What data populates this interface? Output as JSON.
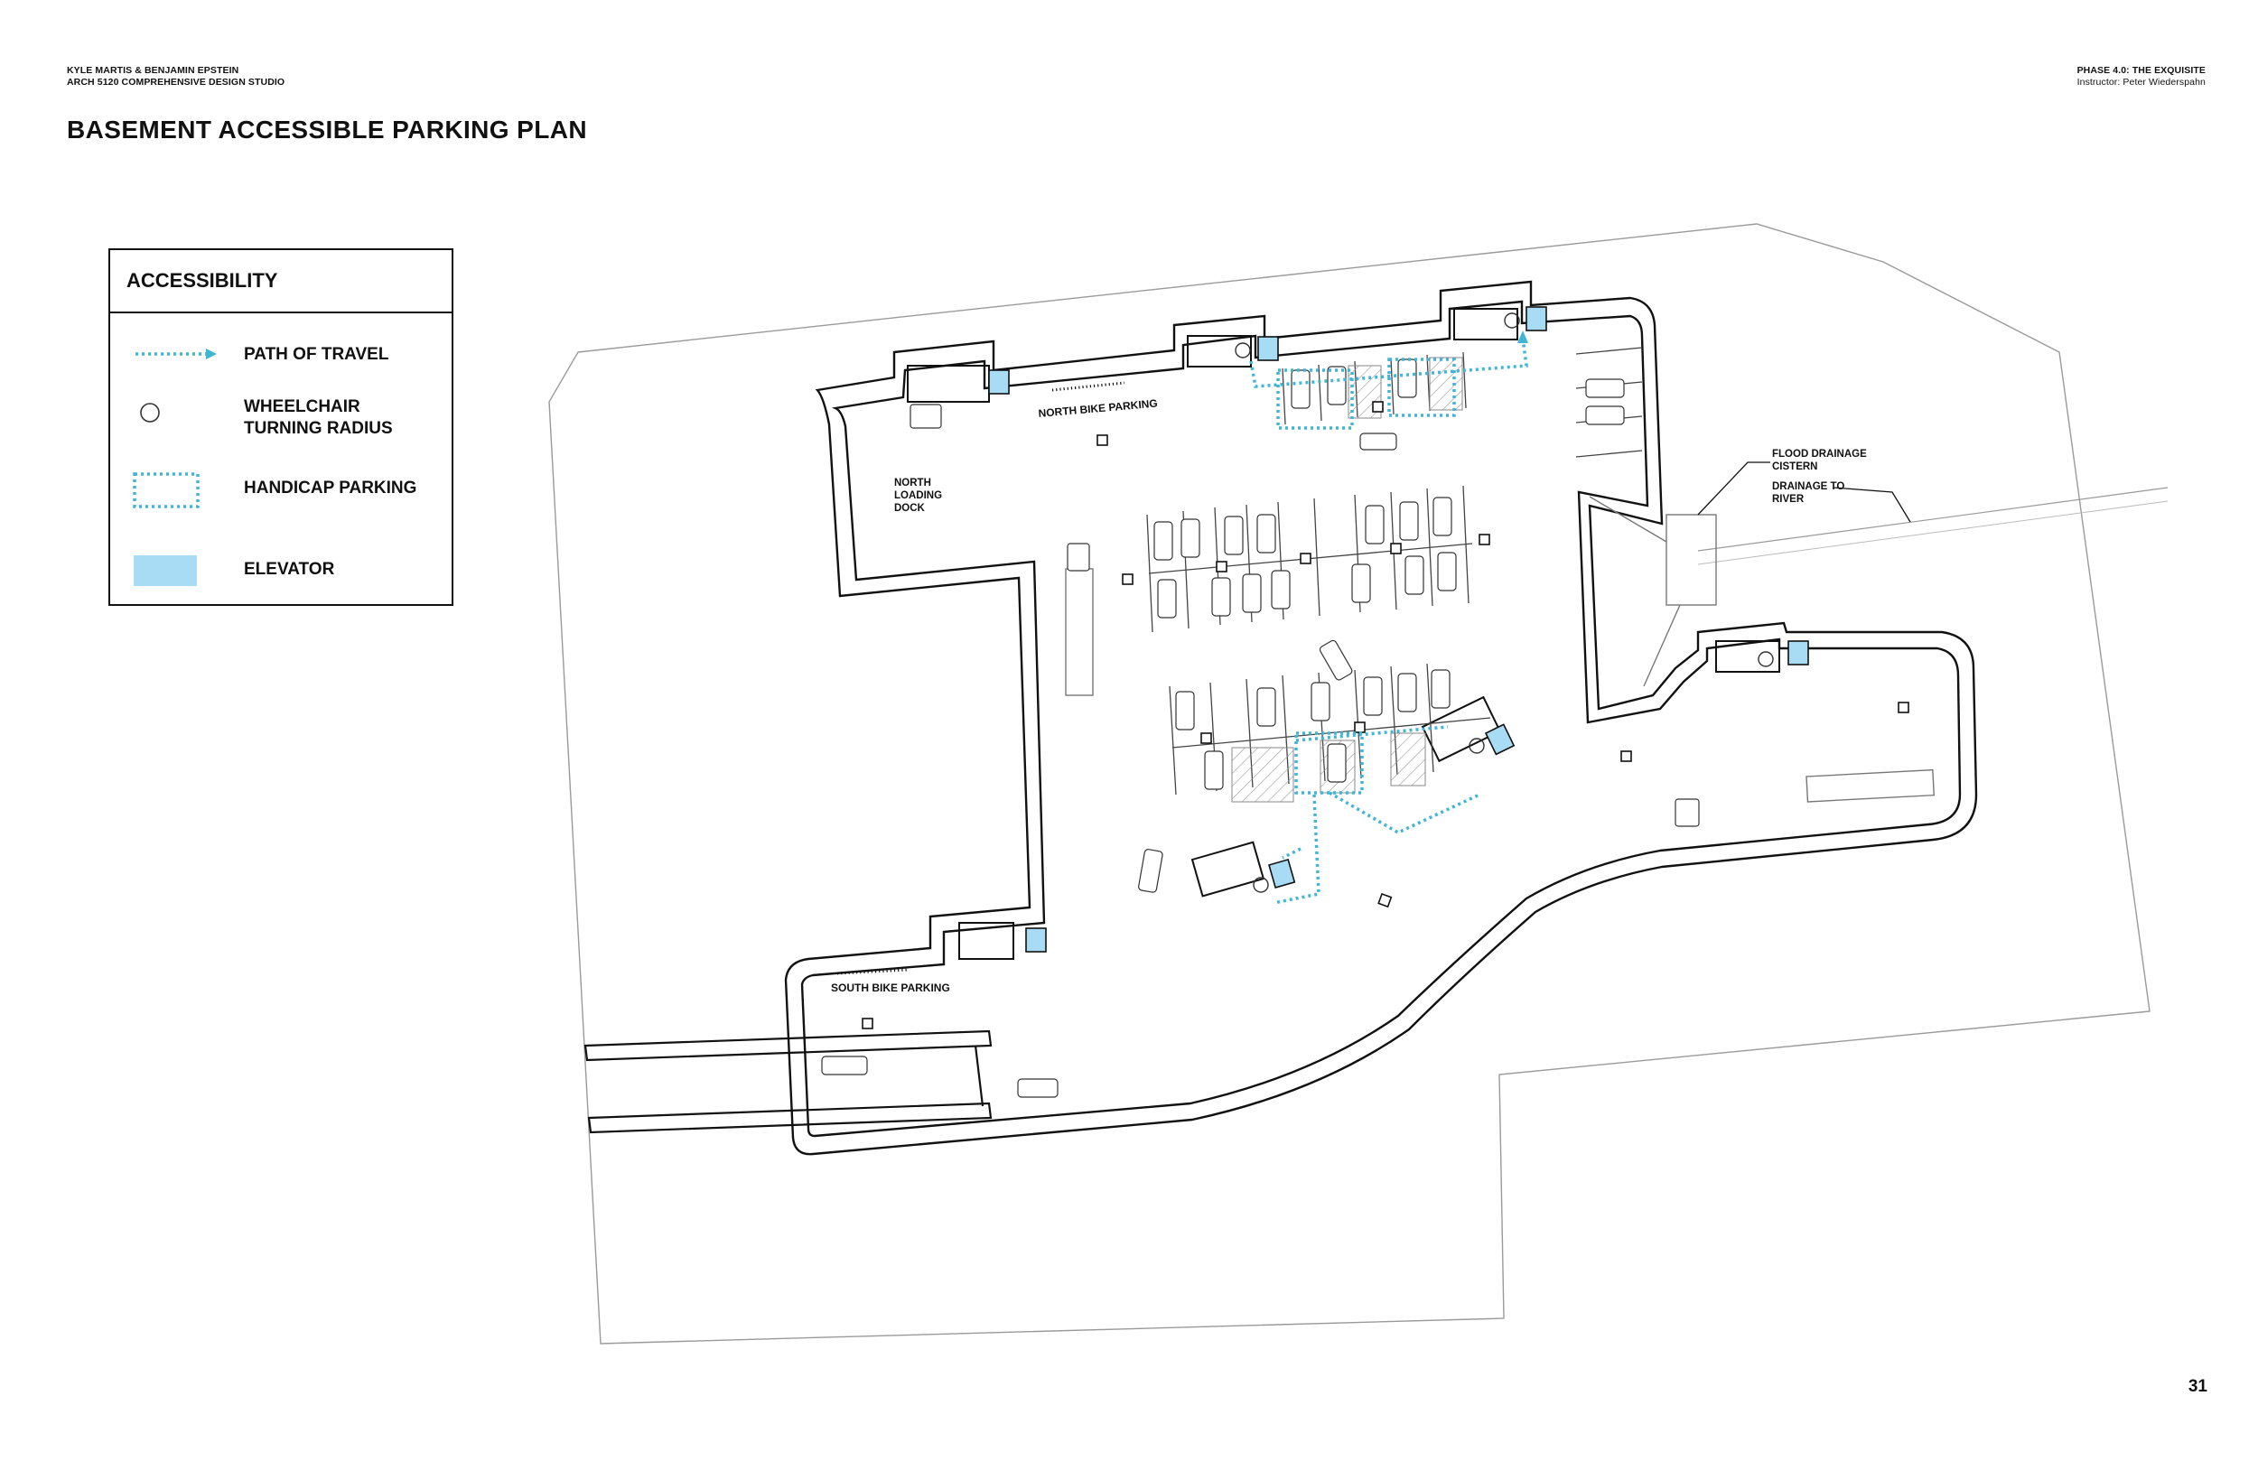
{
  "header": {
    "authors": "KYLE MARTIS & BENJAMIN EPSTEIN",
    "course": "ARCH 5120 COMPREHENSIVE DESIGN STUDIO",
    "phase": "PHASE 4.0: THE EXQUISITE",
    "instructor": "Instructor: Peter Wiederspahn"
  },
  "title": "BASEMENT ACCESSIBLE PARKING PLAN",
  "page_number": "31",
  "legend": {
    "heading": "ACCESSIBILITY",
    "items": [
      {
        "label": "PATH OF TRAVEL",
        "icon": "dotted-arrow-icon"
      },
      {
        "label_line1": "WHEELCHAIR",
        "label_line2": "TURNING RADIUS",
        "icon": "circle-icon"
      },
      {
        "label": "HANDICAP PARKING",
        "icon": "dotted-rectangle-icon"
      },
      {
        "label": "ELEVATOR",
        "icon": "elevator-swatch-icon"
      }
    ]
  },
  "plan_labels": {
    "north_bike_parking": "NORTH BIKE PARKING",
    "south_bike_parking": "SOUTH BIKE PARKING",
    "north_loading_dock_1": "NORTH",
    "north_loading_dock_2": "LOADING",
    "north_loading_dock_3": "DOCK",
    "flood_cistern_1": "FLOOD DRAINAGE",
    "flood_cistern_2": "CISTERN",
    "drainage_1": "DRAINAGE TO",
    "drainage_2": "RIVER"
  },
  "colors": {
    "path": "#3fb6d8",
    "elevator": "#a8dcf5",
    "line": "#111111",
    "site": "#9a9a9a"
  }
}
